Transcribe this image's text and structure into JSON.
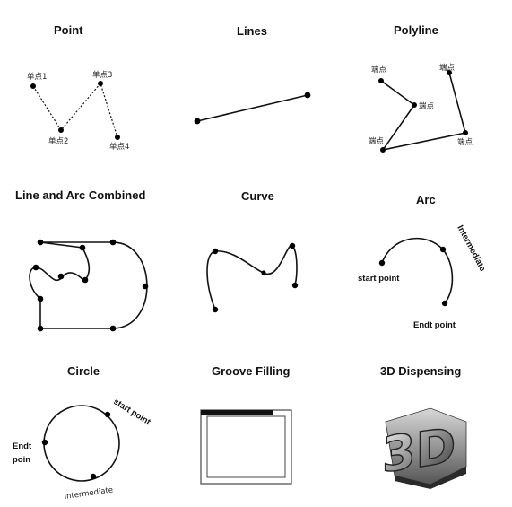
{
  "panels": {
    "point": {
      "title": "Point",
      "labels": [
        "单点1",
        "单点2",
        "单点3",
        "单点4"
      ]
    },
    "lines": {
      "title": "Lines"
    },
    "polyline": {
      "title": "Polyline",
      "labels": [
        "端点",
        "端点",
        "端点",
        "端点",
        "端点"
      ]
    },
    "line_arc": {
      "title": "Line and Arc Combined"
    },
    "curve": {
      "title": "Curve"
    },
    "arc": {
      "title": "Arc",
      "start": "start point",
      "intermediate": "Intermediate",
      "end": "Endt point"
    },
    "circle": {
      "title": "Circle",
      "start": "start point",
      "end_line1": "Endt",
      "end_line2": "poin",
      "intermediate": "Intermediate"
    },
    "groove": {
      "title": "Groove Filling"
    },
    "dispensing3d": {
      "title": "3D Dispensing",
      "logo_text": "3D"
    }
  }
}
